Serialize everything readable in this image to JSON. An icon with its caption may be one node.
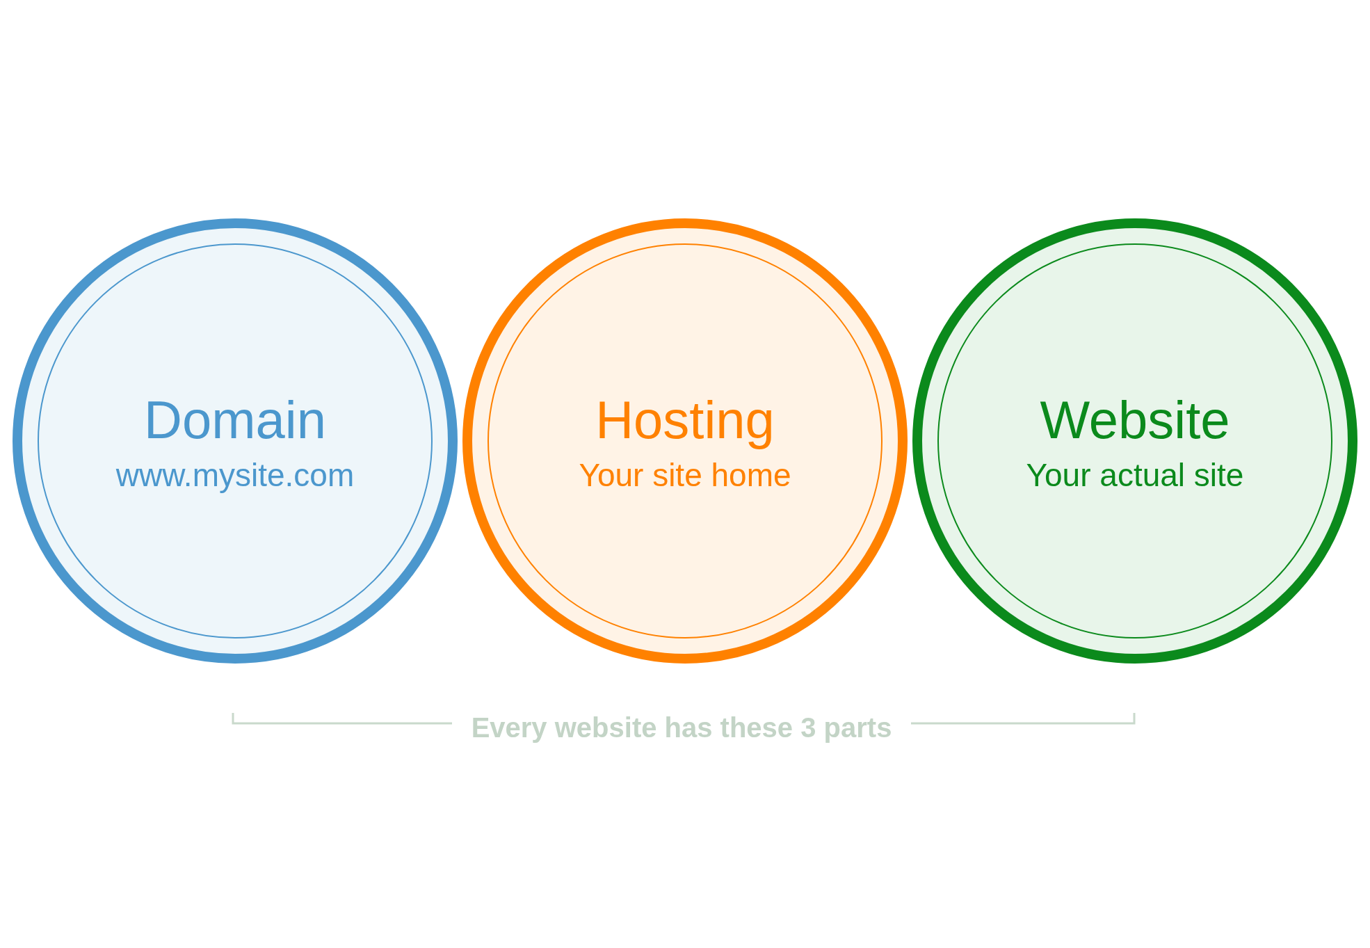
{
  "diagram": {
    "nodes": [
      {
        "text": [
          "Domain",
          "www.mysite.com"
        ]
      },
      {
        "text": [
          "Hosting",
          "Your site home"
        ]
      },
      {
        "text": [
          "Website",
          "Your actual site"
        ]
      }
    ],
    "labels": [
      "Every website has these 3 parts"
    ]
  }
}
